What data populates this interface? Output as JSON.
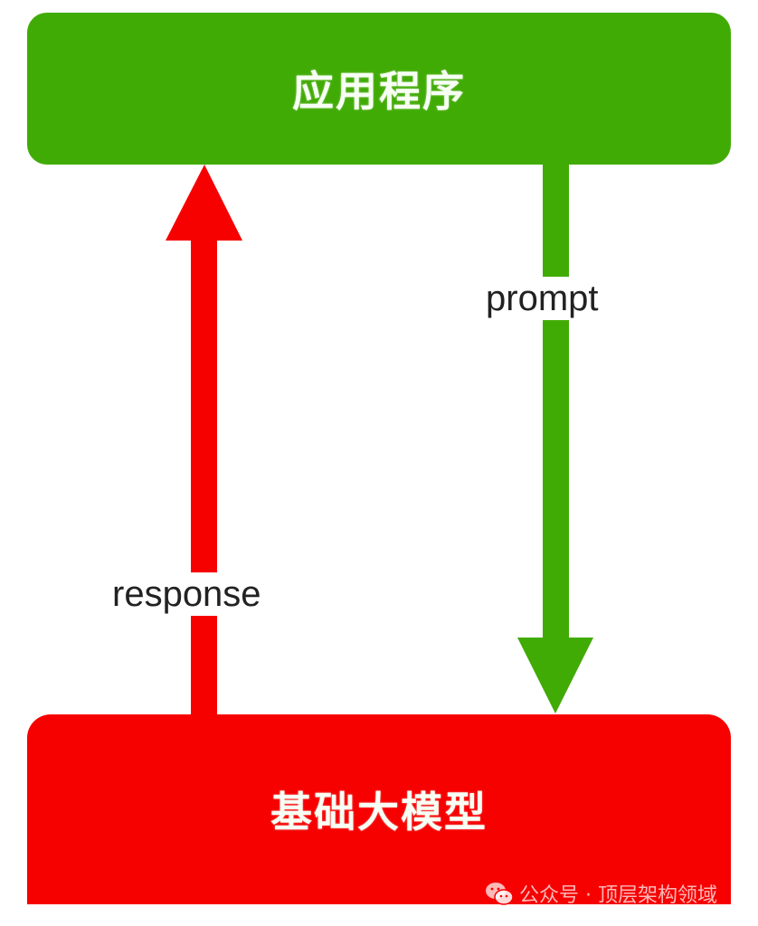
{
  "diagram": {
    "nodes": [
      {
        "id": "app",
        "label": "应用程序",
        "color": "#41ab05"
      },
      {
        "id": "model",
        "label": "基础大模型",
        "color": "#f60000"
      }
    ],
    "edges": [
      {
        "from": "app",
        "to": "model",
        "label": "prompt",
        "color": "#41ab05"
      },
      {
        "from": "model",
        "to": "app",
        "label": "response",
        "color": "#f60000"
      }
    ]
  },
  "watermark": {
    "icon": "wechat-icon",
    "text": "公众号 · 顶层架构领域"
  }
}
